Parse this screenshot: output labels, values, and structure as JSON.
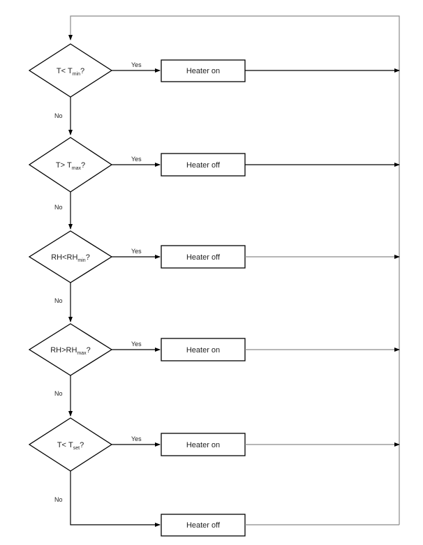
{
  "decisions": [
    {
      "var": "T",
      "op": "<",
      "sub": "min",
      "q": "?",
      "yes": "Yes",
      "no": "No"
    },
    {
      "var": "T",
      "op": ">",
      "sub": "max",
      "q": "?",
      "yes": "Yes",
      "no": "No"
    },
    {
      "var": "RH",
      "op": "<",
      "sub": "min",
      "q": "?",
      "yes": "Yes",
      "no": "No"
    },
    {
      "var": "RH",
      "op": ">",
      "sub": "max",
      "q": "?",
      "yes": "Yes",
      "no": "No"
    },
    {
      "var": "T",
      "op": "<",
      "sub": "set",
      "q": "?",
      "yes": "Yes",
      "no": "No"
    }
  ],
  "actions": [
    "Heater on",
    "Heater off",
    "Heater off",
    "Heater on",
    "Heater on",
    "Heater off"
  ]
}
